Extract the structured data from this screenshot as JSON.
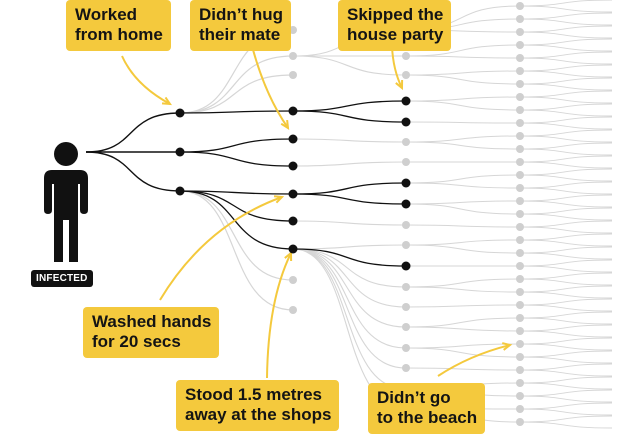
{
  "person": {
    "badge_label": "INFECTED",
    "icon": "person-silhouette-icon"
  },
  "callouts": {
    "worked_from_home": "Worked\nfrom home",
    "didnt_hug_mate": "Didn’t hug\ntheir mate",
    "skipped_party": "Skipped the\nhouse party",
    "washed_hands": "Washed hands\nfor 20 secs",
    "stood_apart": "Stood 1.5 metres\naway at the shops",
    "didnt_go_beach": "Didn’t go\nto the beach"
  },
  "colors": {
    "accent": "#f4c93d",
    "active_line": "#111111",
    "inactive_line": "#d6d6d6",
    "active_node": "#111111",
    "inactive_node": "#cfcfcf"
  }
}
